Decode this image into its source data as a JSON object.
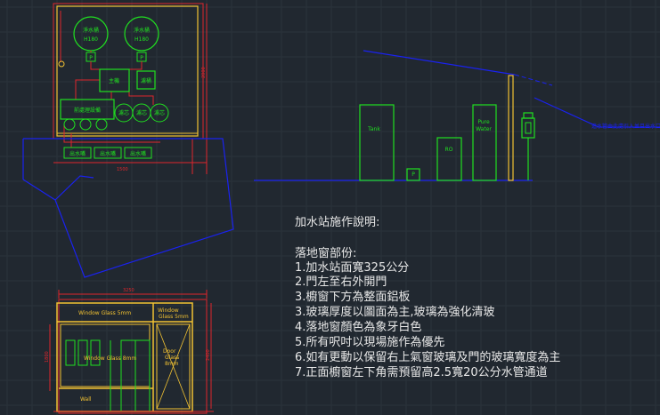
{
  "colors": {
    "background": "#212830",
    "grid": "#2b333b",
    "red": "#e0262c",
    "yellow": "#f2c232",
    "green": "#20e020",
    "blue": "#1a22f0",
    "white": "#e8e8e8"
  },
  "plan": {
    "tank1": {
      "name": "淨水桶",
      "size": "H180"
    },
    "tank2": {
      "name": "淨水桶",
      "size": "H180"
    },
    "pump1": "P",
    "pump2": "P",
    "box1": "主機",
    "box2": "濾桶",
    "box3": "前處理設備",
    "filters": [
      "濾芯",
      "濾芯",
      "濾芯"
    ],
    "outlets": [
      "出水嘴",
      "出水嘴",
      "出水嘴"
    ],
    "dim_right": "2000",
    "dim_bottom": "1500"
  },
  "elevation": {
    "tank": "Tank",
    "pump": "P",
    "ro": "RO",
    "pure_water_line1": "Pure",
    "pure_water_line2": "Water",
    "arrow_label": "進水管由此處引入並且出水口"
  },
  "notes": {
    "title": "加水站施作說明:",
    "section": "落地窗部份:",
    "items": [
      "1.加水站面寬325公分",
      "2.門左至右外開門",
      "3.櫥窗下方為整面鋁板",
      "3.玻璃厚度以圖面為主,玻璃為強化清玻",
      "4.落地窗顏色為象牙白色",
      "5.所有呎吋以現場施作為優先",
      "6.如有更動以保留右上氣窗玻璃及門的玻璃寬度為主",
      "7.正面櫥窗左下角需預留高2.5寬20公分水管通道"
    ]
  },
  "front": {
    "top_dim": "3250",
    "window_top": "Window Glass 5mm",
    "window_top_right_1": "Window",
    "window_top_right_2": "Glass 5mm",
    "window_main": "Window Glass 8mm",
    "door_1": "Door",
    "door_2": "Glass",
    "door_3": "8mm",
    "wall": "Wall",
    "dim_left": "1800",
    "dim_right": "2400"
  }
}
